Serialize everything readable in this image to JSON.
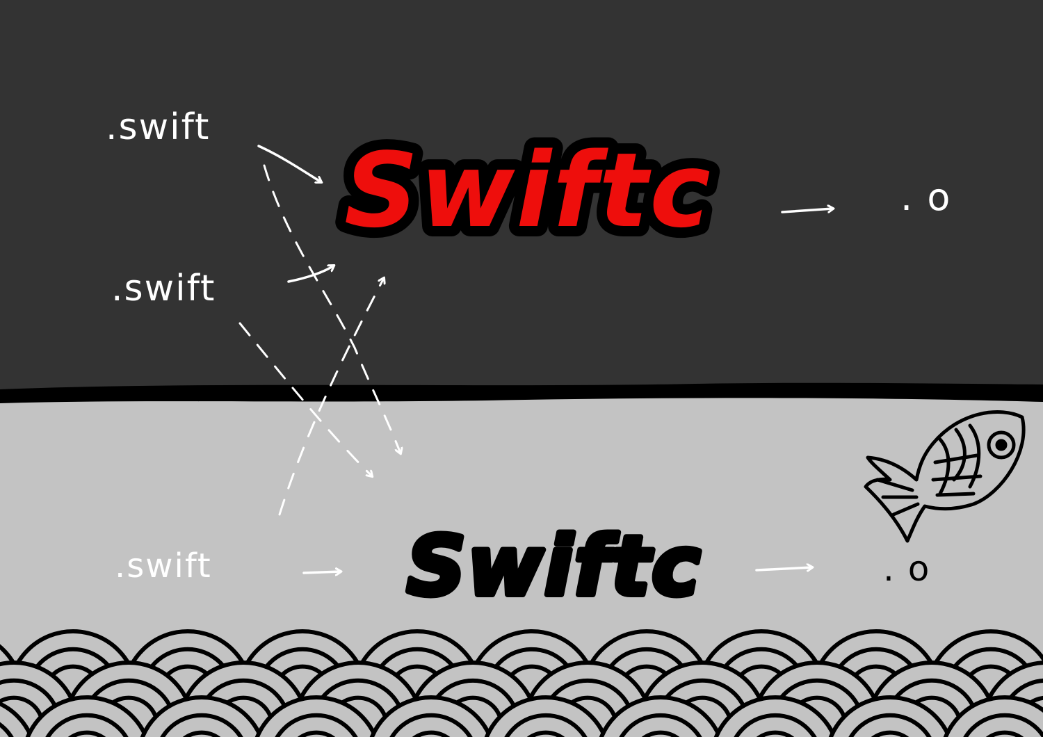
{
  "top_panel": {
    "background": "#333333",
    "inputs": [
      ".swift",
      ".swift"
    ],
    "compiler_label": "Swiftc",
    "compiler_color": "#ee0e0c",
    "output_label": ". o"
  },
  "bottom_panel": {
    "background": "#c3c3c3",
    "input": ".swift",
    "compiler_label": "Swiftc",
    "compiler_color": "#000000",
    "output_label": ". o"
  },
  "icons": [
    "fish-icon",
    "wave-pattern"
  ]
}
